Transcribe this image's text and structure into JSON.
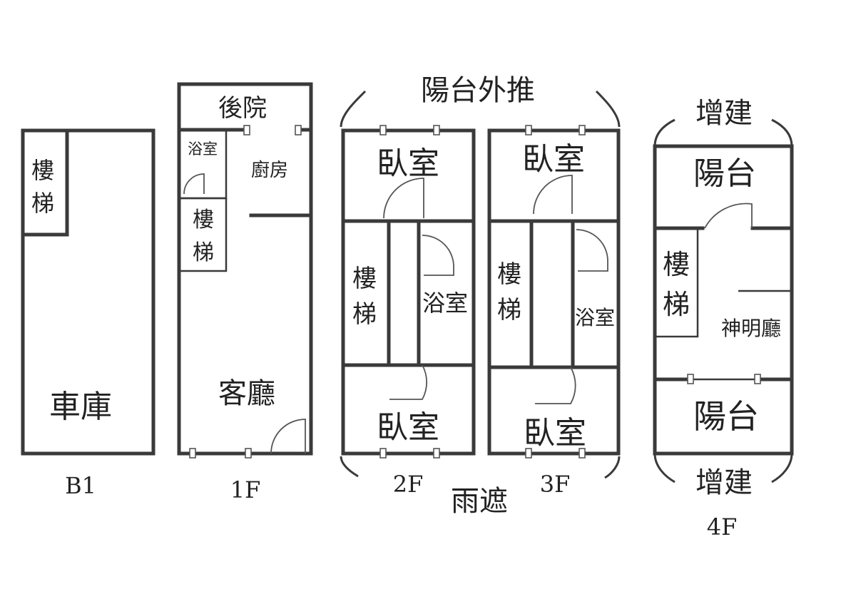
{
  "floors": [
    {
      "floor": "B1",
      "rooms": {
        "stair": "樓梯",
        "garage": "車庫"
      }
    },
    {
      "floor": "1F",
      "rooms": {
        "backyard": "後院",
        "bath": "浴室",
        "kitchen": "廚房",
        "stair": "樓梯",
        "living": "客廳"
      }
    },
    {
      "floor": "2F",
      "rooms": {
        "bedroom_back": "臥室",
        "stair": "樓梯",
        "bath": "浴室",
        "bedroom_front": "臥室"
      }
    },
    {
      "floor": "3F",
      "rooms": {
        "bedroom_back": "臥室",
        "stair": "樓梯",
        "bath": "浴室",
        "bedroom_front": "臥室"
      }
    },
    {
      "floor": "4F",
      "rooms": {
        "balcony_back": "陽台",
        "stair": "樓梯",
        "shrine": "神明廳",
        "balcony_front": "陽台"
      }
    }
  ],
  "annotations": {
    "balcony_extension": "陽台外推",
    "awning": "雨遮",
    "extension_top": "增建",
    "extension_bottom": "增建"
  }
}
